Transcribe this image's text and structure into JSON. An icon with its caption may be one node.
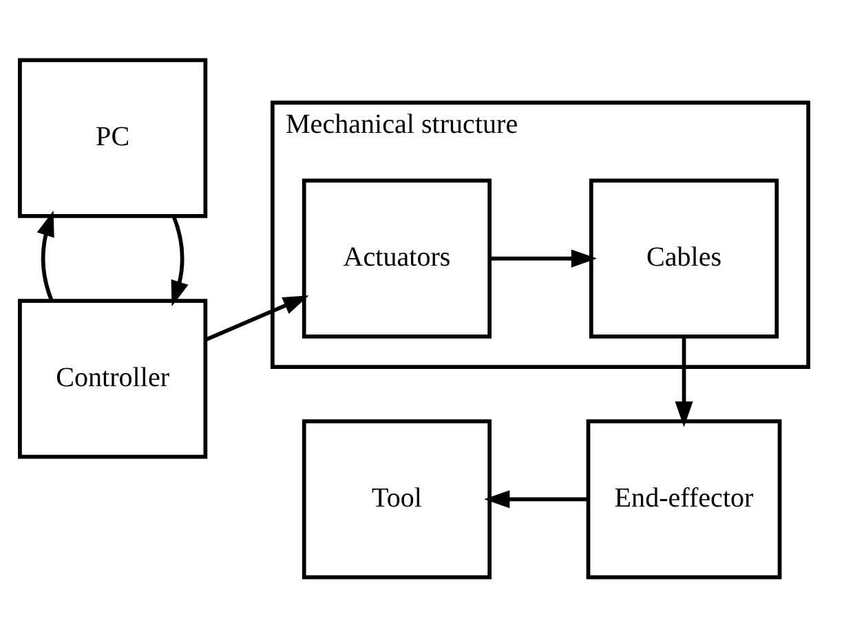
{
  "diagram": {
    "nodes": [
      {
        "text": [
          "PC"
        ]
      },
      {
        "text": [
          "Controller"
        ]
      },
      {
        "text": [
          "Mechanical structure"
        ]
      },
      {
        "text": [
          "Actuators"
        ],
        "in": 2
      },
      {
        "text": [
          "Cables"
        ],
        "in": 2
      },
      {
        "text": [
          "End-effector"
        ]
      },
      {
        "text": [
          "Tool"
        ]
      }
    ],
    "edges": [
      {
        "from": 0,
        "to": 1,
        "arrow": "to"
      },
      {
        "from": 1,
        "to": 0,
        "arrow": "to"
      },
      {
        "from": 1,
        "to": 3,
        "arrow": "to"
      },
      {
        "from": 3,
        "to": 4,
        "arrow": "to"
      },
      {
        "from": 4,
        "to": 5,
        "arrow": "to"
      },
      {
        "from": 5,
        "to": 6,
        "arrow": "to"
      }
    ]
  }
}
